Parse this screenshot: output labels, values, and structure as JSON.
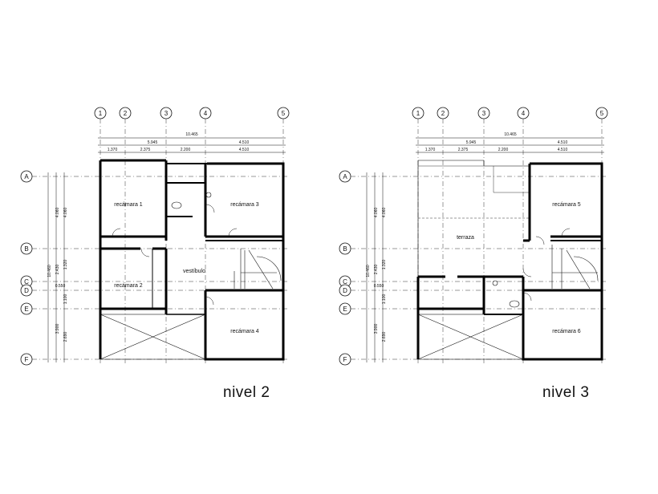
{
  "plans": [
    {
      "id": "nivel2",
      "caption": "nivel 2",
      "axes_x": [
        "1",
        "2",
        "3",
        "4",
        "5"
      ],
      "axes_y": [
        "A",
        "B",
        "C",
        "D",
        "E",
        "F"
      ],
      "overall_width": "10.465",
      "partial_dims": [
        "5.945",
        "4.510"
      ],
      "span_dims": [
        "1.370",
        "2.375",
        "2.200",
        "4.510"
      ],
      "vertical_dims": {
        "total": "10.460",
        "outer": [
          "4.060",
          "2.430",
          "0.550",
          "3.900"
        ],
        "inner": [
          "4.060",
          "1.320",
          "1.100",
          "2.690"
        ]
      },
      "rooms": [
        "recámara 1",
        "recámara 3",
        "recámara 2",
        "vestíbulo",
        "recámara 4"
      ]
    },
    {
      "id": "nivel3",
      "caption": "nivel 3",
      "axes_x": [
        "1",
        "2",
        "3",
        "4",
        "5"
      ],
      "axes_y": [
        "A",
        "B",
        "C",
        "D",
        "E",
        "F"
      ],
      "overall_width": "10.465",
      "partial_dims": [
        "5.945",
        "4.510"
      ],
      "span_dims": [
        "1.370",
        "2.375",
        "2.200",
        "4.510"
      ],
      "vertical_dims": {
        "total": "10.460",
        "outer": [
          "4.060",
          "2.430",
          "0.550",
          "3.900"
        ],
        "inner": [
          "4.060",
          "1.320",
          "1.100",
          "2.690"
        ]
      },
      "rooms": [
        "recámara 5",
        "terraza",
        "recámara 6"
      ]
    }
  ]
}
